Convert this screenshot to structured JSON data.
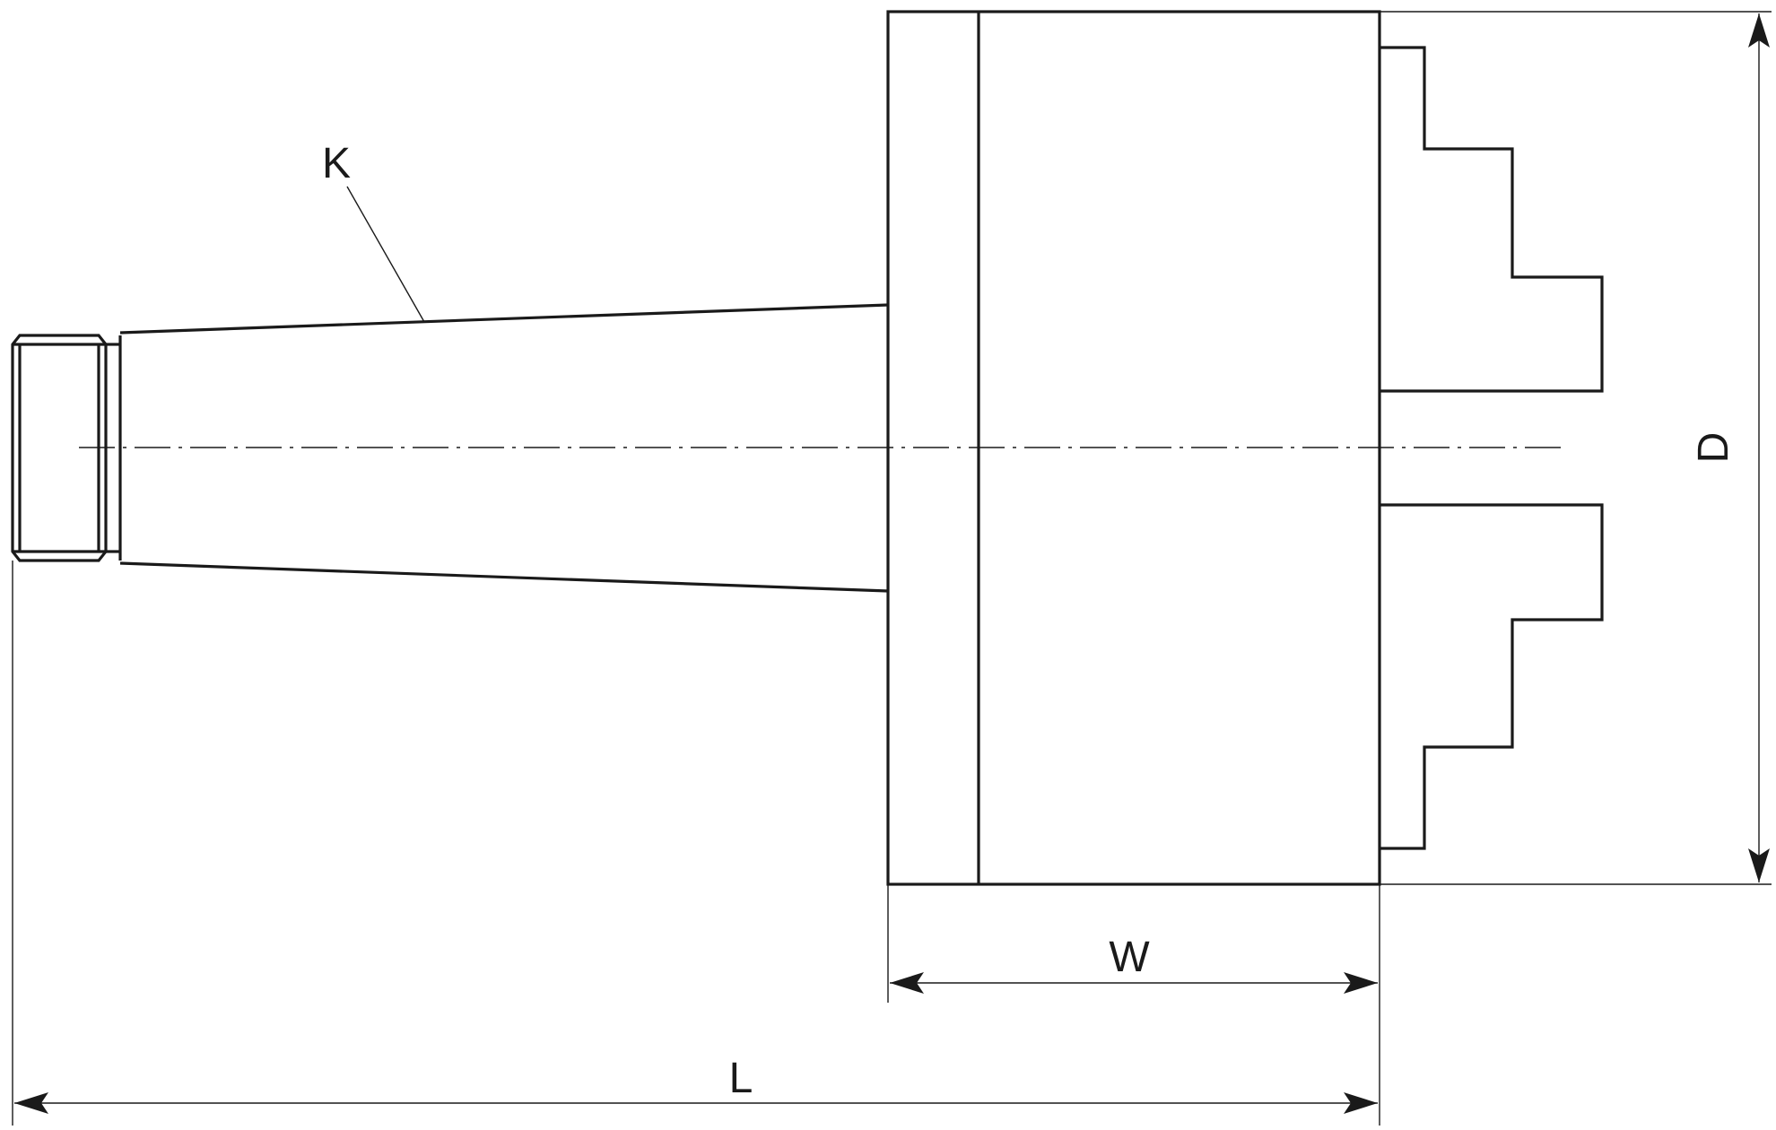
{
  "labels": {
    "taper": "K",
    "width": "W",
    "length": "L",
    "diameter": "D"
  },
  "colors": {
    "line": "#1a1a1a",
    "background": "#ffffff"
  }
}
